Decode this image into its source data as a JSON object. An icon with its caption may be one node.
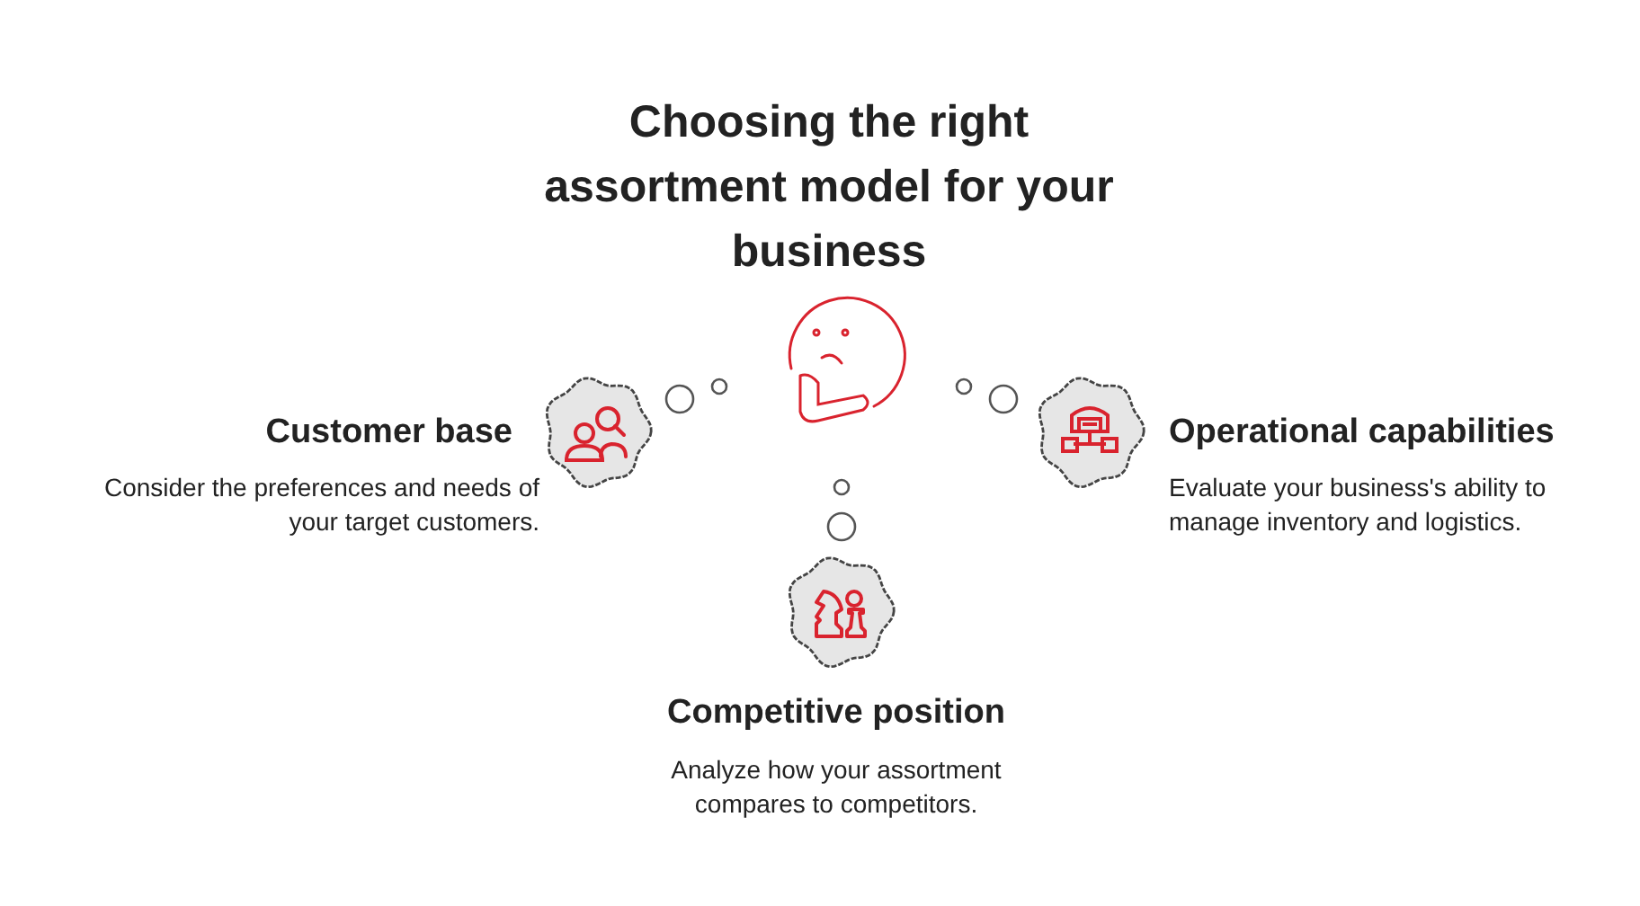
{
  "diagram": {
    "title": "Choosing the right assortment model for your business",
    "nodes": [
      {
        "text": [
          "Customer base",
          "Consider the preferences and needs of your target customers."
        ]
      },
      {
        "text": [
          "Operational capabilities",
          "Evaluate your business's ability to manage inventory and logistics."
        ]
      },
      {
        "text": [
          "Competitive position",
          "Analyze how your assortment compares to competitors."
        ]
      }
    ]
  }
}
